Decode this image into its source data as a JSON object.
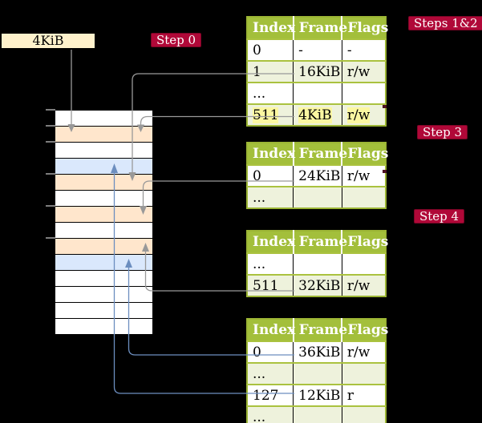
{
  "colors": {
    "background": "#000000",
    "accent_red": "#b00838",
    "table_header_green": "#a3bf3b",
    "table_row_light_green": "#eef2dc",
    "table_border_green": "#9cb535",
    "highlight_yellow": "#fbf7a1",
    "memory_frame_orange": "#ffe6cc",
    "memory_frame_blue": "#dae8fc",
    "page_box_cream": "#fff2cc",
    "arrow_gray": "#999999",
    "arrow_blue": "#6c8ebf"
  },
  "page_size_box": {
    "label": "4KiB"
  },
  "step_labels": {
    "step0": "Step 0",
    "steps_1_2": "Steps 1&2",
    "step3": "Step 3",
    "step4": "Step 4"
  },
  "page_tables": {
    "columns": [
      "Index",
      "Frame",
      "Flags"
    ],
    "tables": [
      {
        "name": "steps-1-2-table",
        "rows": [
          [
            "0",
            "-",
            "-"
          ],
          [
            "1",
            "16KiB",
            "r/w"
          ],
          [
            "...",
            "",
            ""
          ],
          [
            "511",
            "4KiB",
            "r/w"
          ]
        ],
        "highlight_row": 3
      },
      {
        "name": "step-3-table",
        "rows": [
          [
            "0",
            "24KiB",
            "r/w"
          ],
          [
            "...",
            "",
            ""
          ]
        ],
        "highlight_row": -1
      },
      {
        "name": "step-4-table",
        "rows": [
          [
            "...",
            "",
            ""
          ],
          [
            "511",
            "32KiB",
            "r/w"
          ]
        ],
        "highlight_row": -1
      },
      {
        "name": "final-table",
        "rows": [
          [
            "0",
            "36KiB",
            "r/w"
          ],
          [
            "...",
            "",
            ""
          ],
          [
            "127",
            "12KiB",
            "r"
          ],
          [
            "...",
            "",
            ""
          ]
        ],
        "highlight_row": -1
      }
    ]
  },
  "memory": {
    "row_fills": [
      "white",
      "orange",
      "white",
      "blue",
      "orange",
      "white",
      "orange",
      "white",
      "orange",
      "blue",
      "white",
      "white",
      "white",
      "white"
    ]
  },
  "connections": [
    {
      "from": "page-size-box",
      "to": "memory-row-2",
      "color": "gray"
    },
    {
      "from": "steps-1-2-table entry 1 (16KiB)",
      "to": "memory-row-5",
      "color": "gray"
    },
    {
      "from": "steps-1-2-table entry 511 (4KiB)",
      "to": "memory-row-2",
      "color": "gray"
    },
    {
      "from": "step-3-table entry 0 (24KiB)",
      "to": "memory-row-7",
      "color": "gray"
    },
    {
      "from": "step-4-table entry 511 (32KiB)",
      "to": "memory-row-9",
      "color": "gray"
    },
    {
      "from": "final-table entry 0 (36KiB)",
      "to": "memory-row-10",
      "color": "blue"
    },
    {
      "from": "final-table entry 127 (12KiB)",
      "to": "memory-row-4",
      "color": "blue"
    }
  ]
}
